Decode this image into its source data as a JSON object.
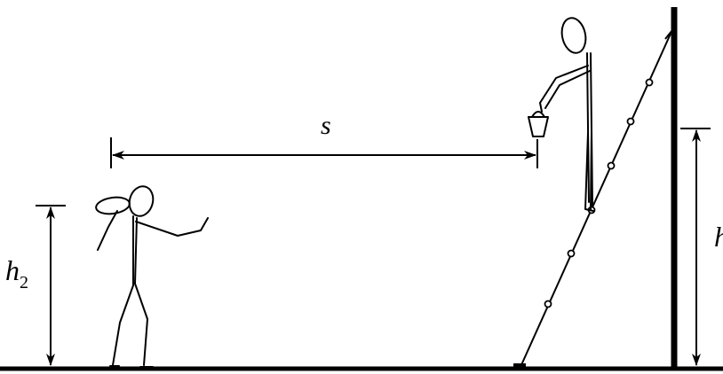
{
  "labels": {
    "distance": "s",
    "thrower_height_symbol": "h",
    "thrower_height_subscript": "2",
    "ladder_height_symbol": "h"
  }
}
